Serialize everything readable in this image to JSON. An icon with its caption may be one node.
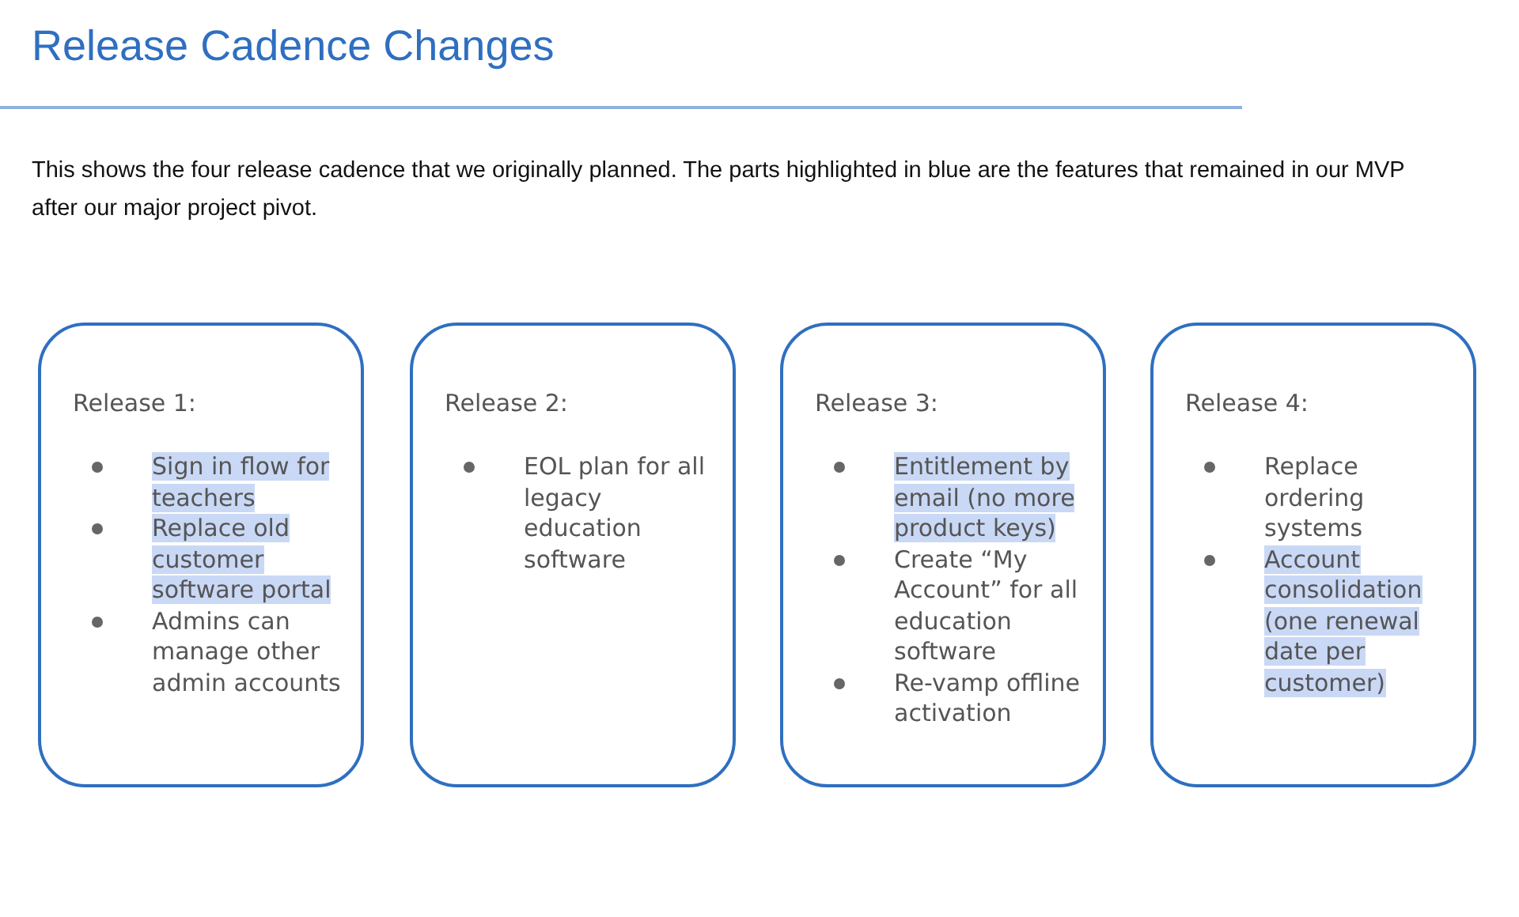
{
  "diagram": {
    "title": "Release Cadence Changes",
    "nodes": [
      {
        "text": [
          "Release 1:",
          "Sign in flow for teachers",
          "Replace old customer software portal",
          "Admins can manage other admin accounts"
        ]
      },
      {
        "text": [
          "Release 2:",
          "EOL plan for all legacy education software"
        ]
      },
      {
        "text": [
          "Release 3:",
          "Entitlement by email (no more product keys)",
          "Create “My Account” for all education software",
          "Re-vamp offline activation"
        ]
      },
      {
        "text": [
          "Release 4:",
          "Replace ordering systems",
          "Account consolidation (one renewal date per customer)"
        ]
      }
    ],
    "edges": [],
    "labels": [
      "This shows the four release cadence that we originally planned. The parts highlighted in blue are the features that remained in our MVP after our major project pivot."
    ]
  }
}
